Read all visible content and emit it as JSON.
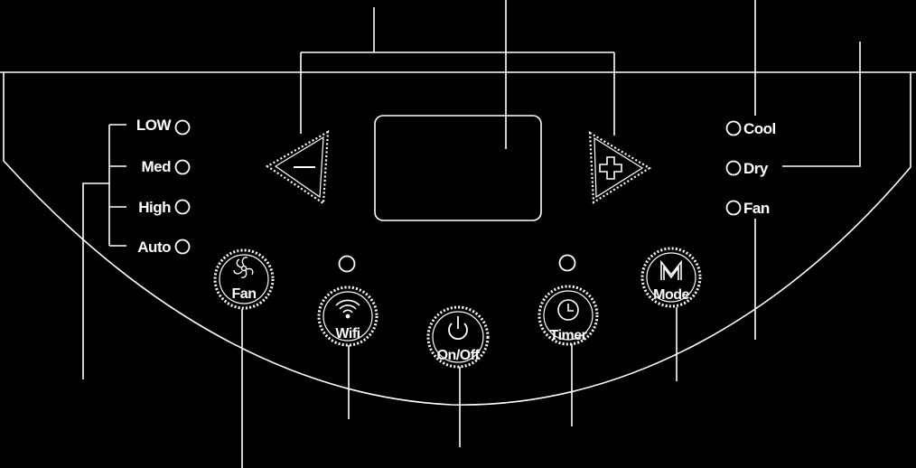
{
  "panel": {
    "fan_speed_indicators": [
      {
        "label": "LOW"
      },
      {
        "label": "Med"
      },
      {
        "label": "High"
      },
      {
        "label": "Auto"
      }
    ],
    "mode_indicators": [
      {
        "label": "Cool"
      },
      {
        "label": "Dry"
      },
      {
        "label": "Fan"
      }
    ],
    "buttons": {
      "fan": {
        "label": "Fan",
        "icon": "fan-icon"
      },
      "wifi": {
        "label": "Wifi",
        "icon": "wifi-icon"
      },
      "power": {
        "label": "On/Off",
        "icon": "power-icon"
      },
      "timer": {
        "label": "Timer",
        "icon": "clock-icon"
      },
      "mode": {
        "label": "Mode",
        "icon": "mode-m-icon"
      },
      "minus": {
        "icon": "minus-icon"
      },
      "plus": {
        "icon": "plus-icon"
      }
    },
    "colors": {
      "background": "#000000",
      "line": "#ffffff"
    }
  }
}
